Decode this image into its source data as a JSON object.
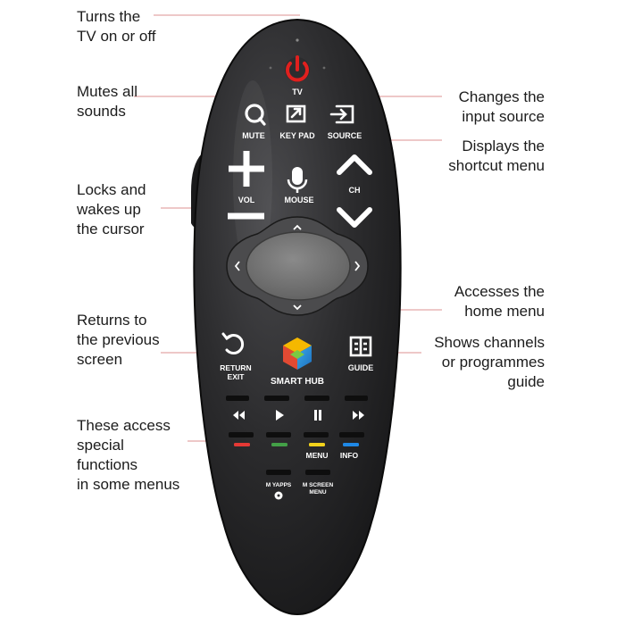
{
  "callouts": {
    "power": "Turns the\nTV on or off",
    "mute": "Mutes all\nsounds",
    "cursor": "Locks and\nwakes up\nthe cursor",
    "return": "Returns to\nthe previous\nscreen",
    "colors": "These access\nspecial\nfunctions\nin some menus",
    "source": "Changes the\ninput source",
    "keypad": "Displays the\nshortcut menu",
    "home": "Accesses the\nhome menu",
    "guide": "Shows channels\nor programmes\nguide"
  },
  "buttons": {
    "tv": "TV",
    "mute": "MUTE",
    "keypad": "KEY PAD",
    "source": "SOURCE",
    "vol": "VOL",
    "mouse": "MOUSE",
    "ch": "CH",
    "return_line1": "RETURN",
    "return_line2": "EXIT",
    "smart_hub": "SMART HUB",
    "guide": "GUIDE",
    "menu": "MENU",
    "info": "INFO",
    "myapps": "M YAPPS",
    "mscreen_line1": "M SCREEN",
    "mscreen_line2": "MENU"
  },
  "colors": {
    "remote_body": "#2c2c2e",
    "leader_line": "#e4a8a8",
    "power_red": "#e0201e",
    "key_red": "#e53935",
    "key_green": "#43a047",
    "key_yellow": "#f2d21b",
    "key_blue": "#1e88e5"
  },
  "icons": [
    "power-icon",
    "search-icon",
    "keypad-icon",
    "source-icon",
    "plus-icon",
    "minus-icon",
    "microphone-icon",
    "chevron-up-icon",
    "chevron-down-icon",
    "touchpad",
    "return-icon",
    "smart-hub-icon",
    "guide-icon",
    "rewind-icon",
    "play-icon",
    "pause-icon",
    "fast-forward-icon",
    "myapps-icon"
  ]
}
